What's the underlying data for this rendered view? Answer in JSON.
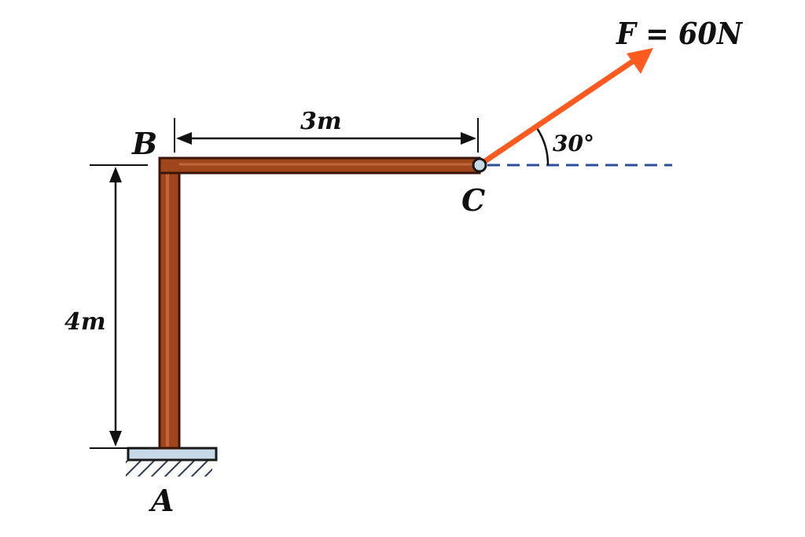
{
  "labels": {
    "point_a": "A",
    "point_b": "B",
    "point_c": "C",
    "dim_horizontal": "3m",
    "dim_vertical": "4m",
    "angle": "30°",
    "force": "F = 60N"
  },
  "values": {
    "horizontal_length_m": 3,
    "vertical_length_m": 4,
    "force_angle_deg": 30,
    "force_magnitude_n": 60
  },
  "colors": {
    "beam": "#a0461c",
    "beam_outline": "#3a1608",
    "force_arrow": "#ff5a1f",
    "reference_line": "#2b4f9a",
    "support_base": "#c7d8e6",
    "ink": "#111111"
  }
}
